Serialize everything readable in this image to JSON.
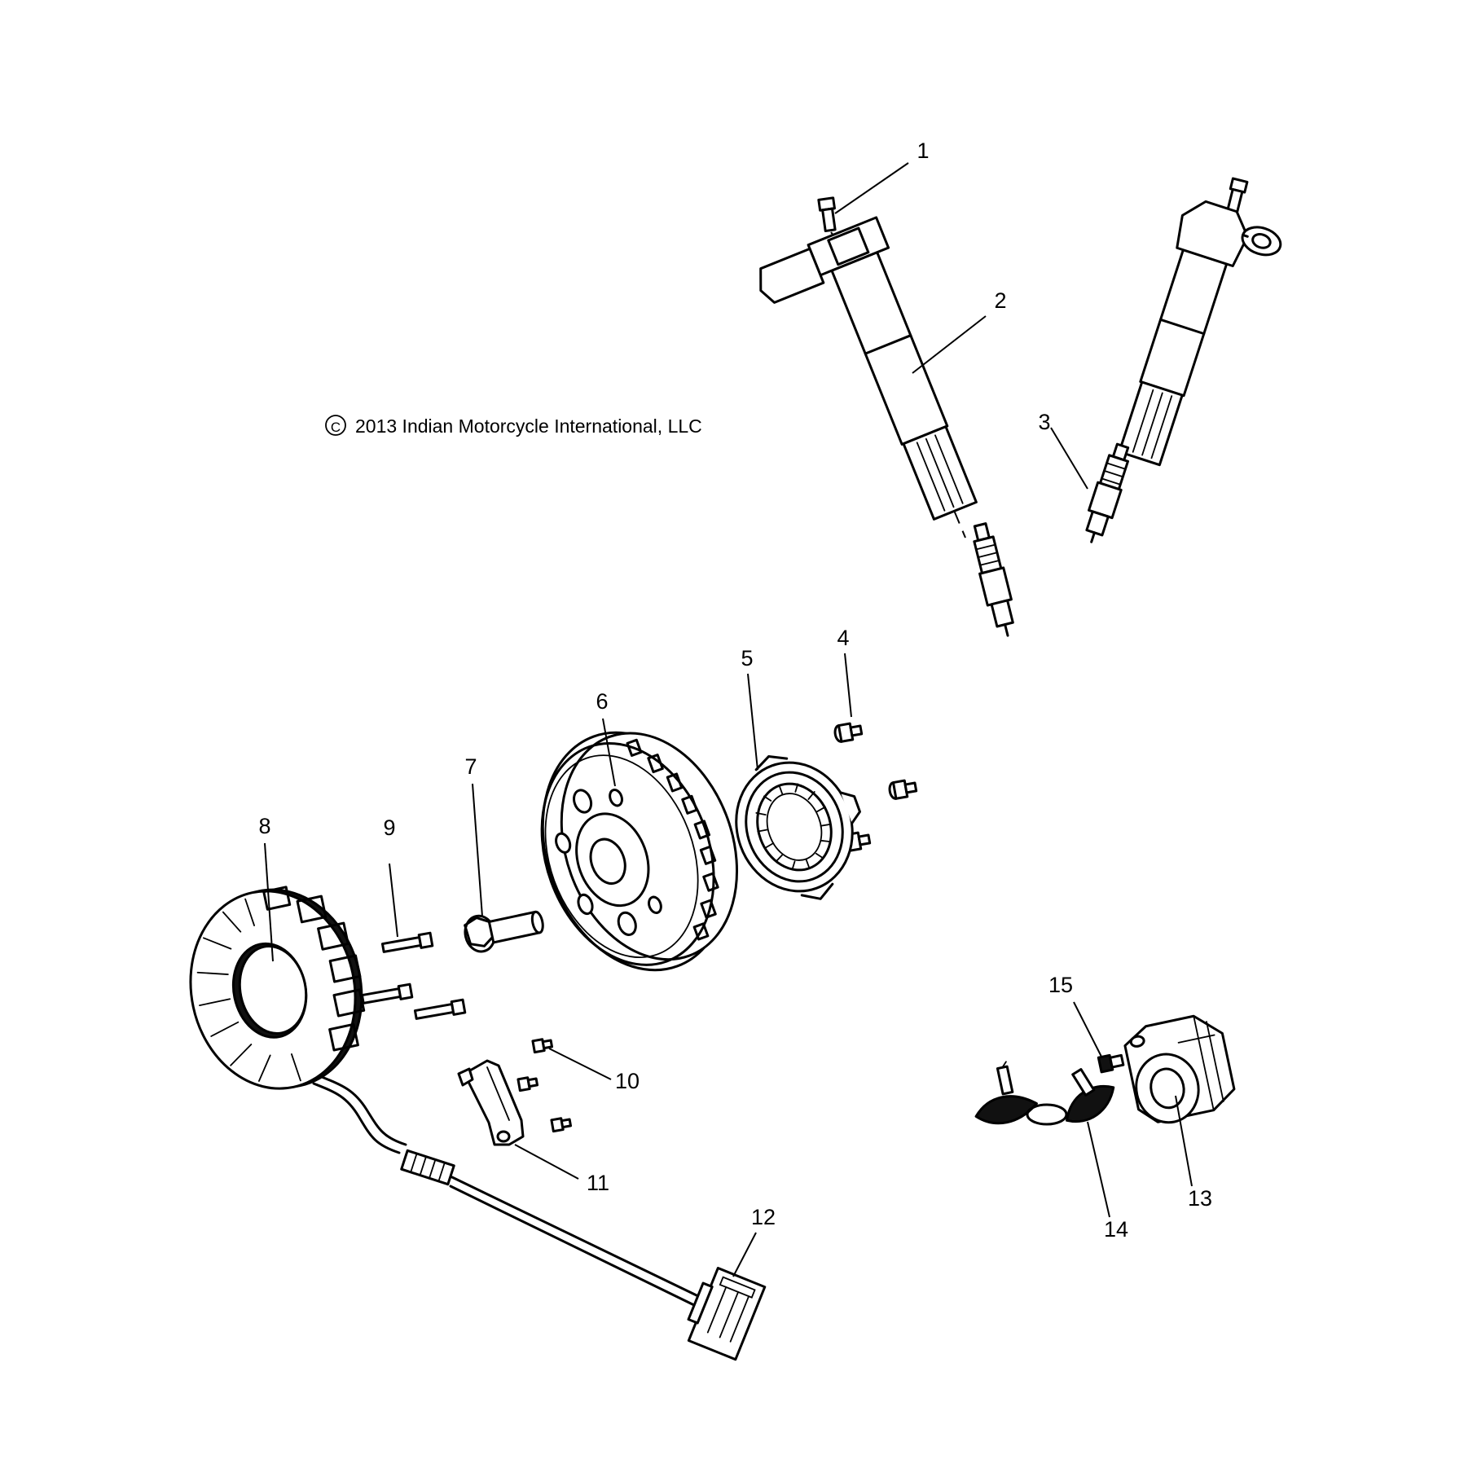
{
  "copyright": "2013 Indian Motorcycle International, LLC",
  "copyright_symbol": "C",
  "callouts": {
    "c1": "1",
    "c2": "2",
    "c3": "3",
    "c4": "4",
    "c5": "5",
    "c6": "6",
    "c7": "7",
    "c8": "8",
    "c9": "9",
    "c10": "10",
    "c11": "11",
    "c12": "12",
    "c13": "13",
    "c14": "14",
    "c15": "15"
  }
}
